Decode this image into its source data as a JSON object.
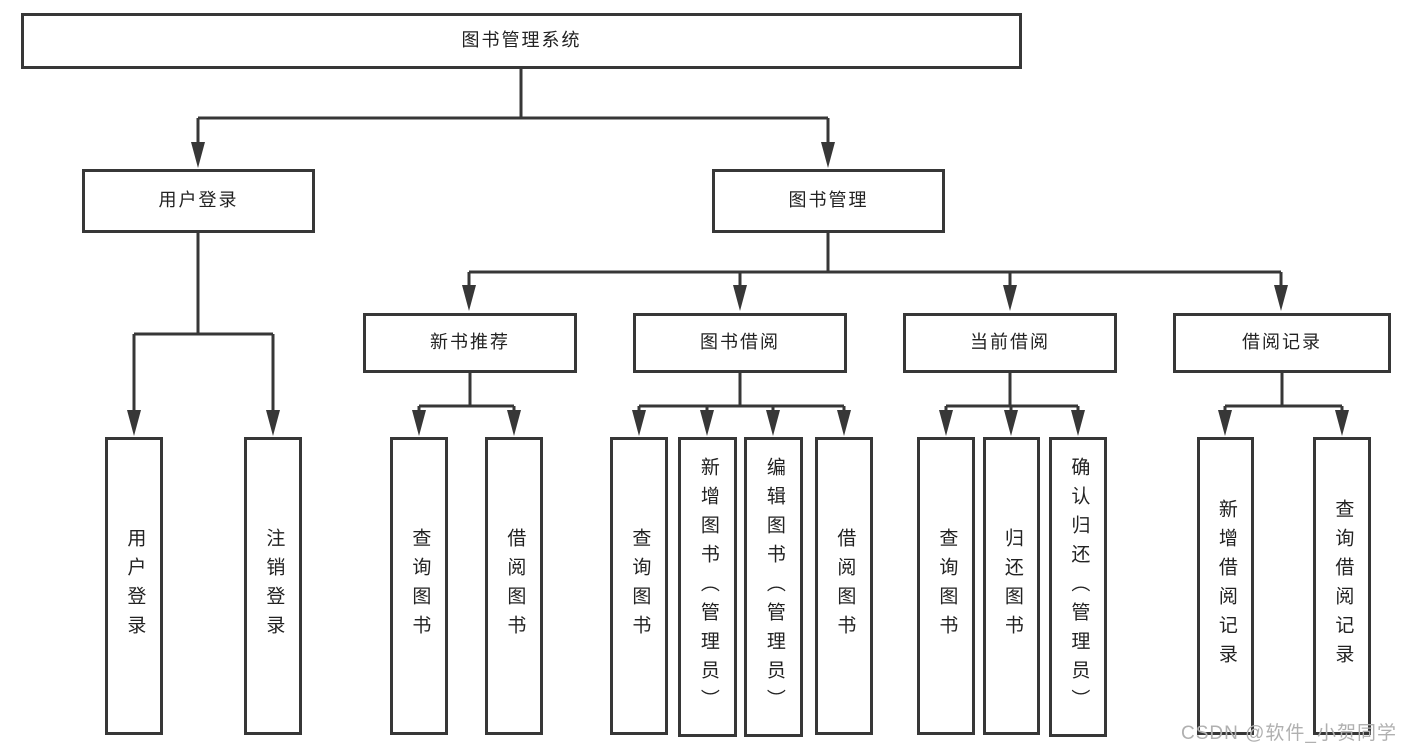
{
  "diagram": {
    "type": "hierarchy-tree",
    "colors": {
      "line": "#373737",
      "box_border": "#373737",
      "box_fill": "#ffffff",
      "text": "#222222",
      "watermark": "#b0b0b0",
      "background": "#ffffff"
    },
    "tree": {
      "root": "图书管理系统",
      "branches": [
        {
          "label": "用户登录",
          "leaves": [
            "用户登录",
            "注销登录"
          ]
        },
        {
          "label": "图书管理",
          "groups": [
            {
              "label": "新书推荐",
              "leaves": [
                "查询图书",
                "借阅图书"
              ]
            },
            {
              "label": "图书借阅",
              "leaves": [
                "查询图书",
                "新增图书（管理员）",
                "编辑图书（管理员）",
                "借阅图书"
              ]
            },
            {
              "label": "当前借阅",
              "leaves": [
                "查询图书",
                "归还图书",
                "确认归还（管理员）"
              ]
            },
            {
              "label": "借阅记录",
              "leaves": [
                "新增借阅记录",
                "查询借阅记录"
              ]
            }
          ]
        }
      ]
    },
    "watermark": {
      "text": "CSDN @软件_小贺同学"
    }
  }
}
